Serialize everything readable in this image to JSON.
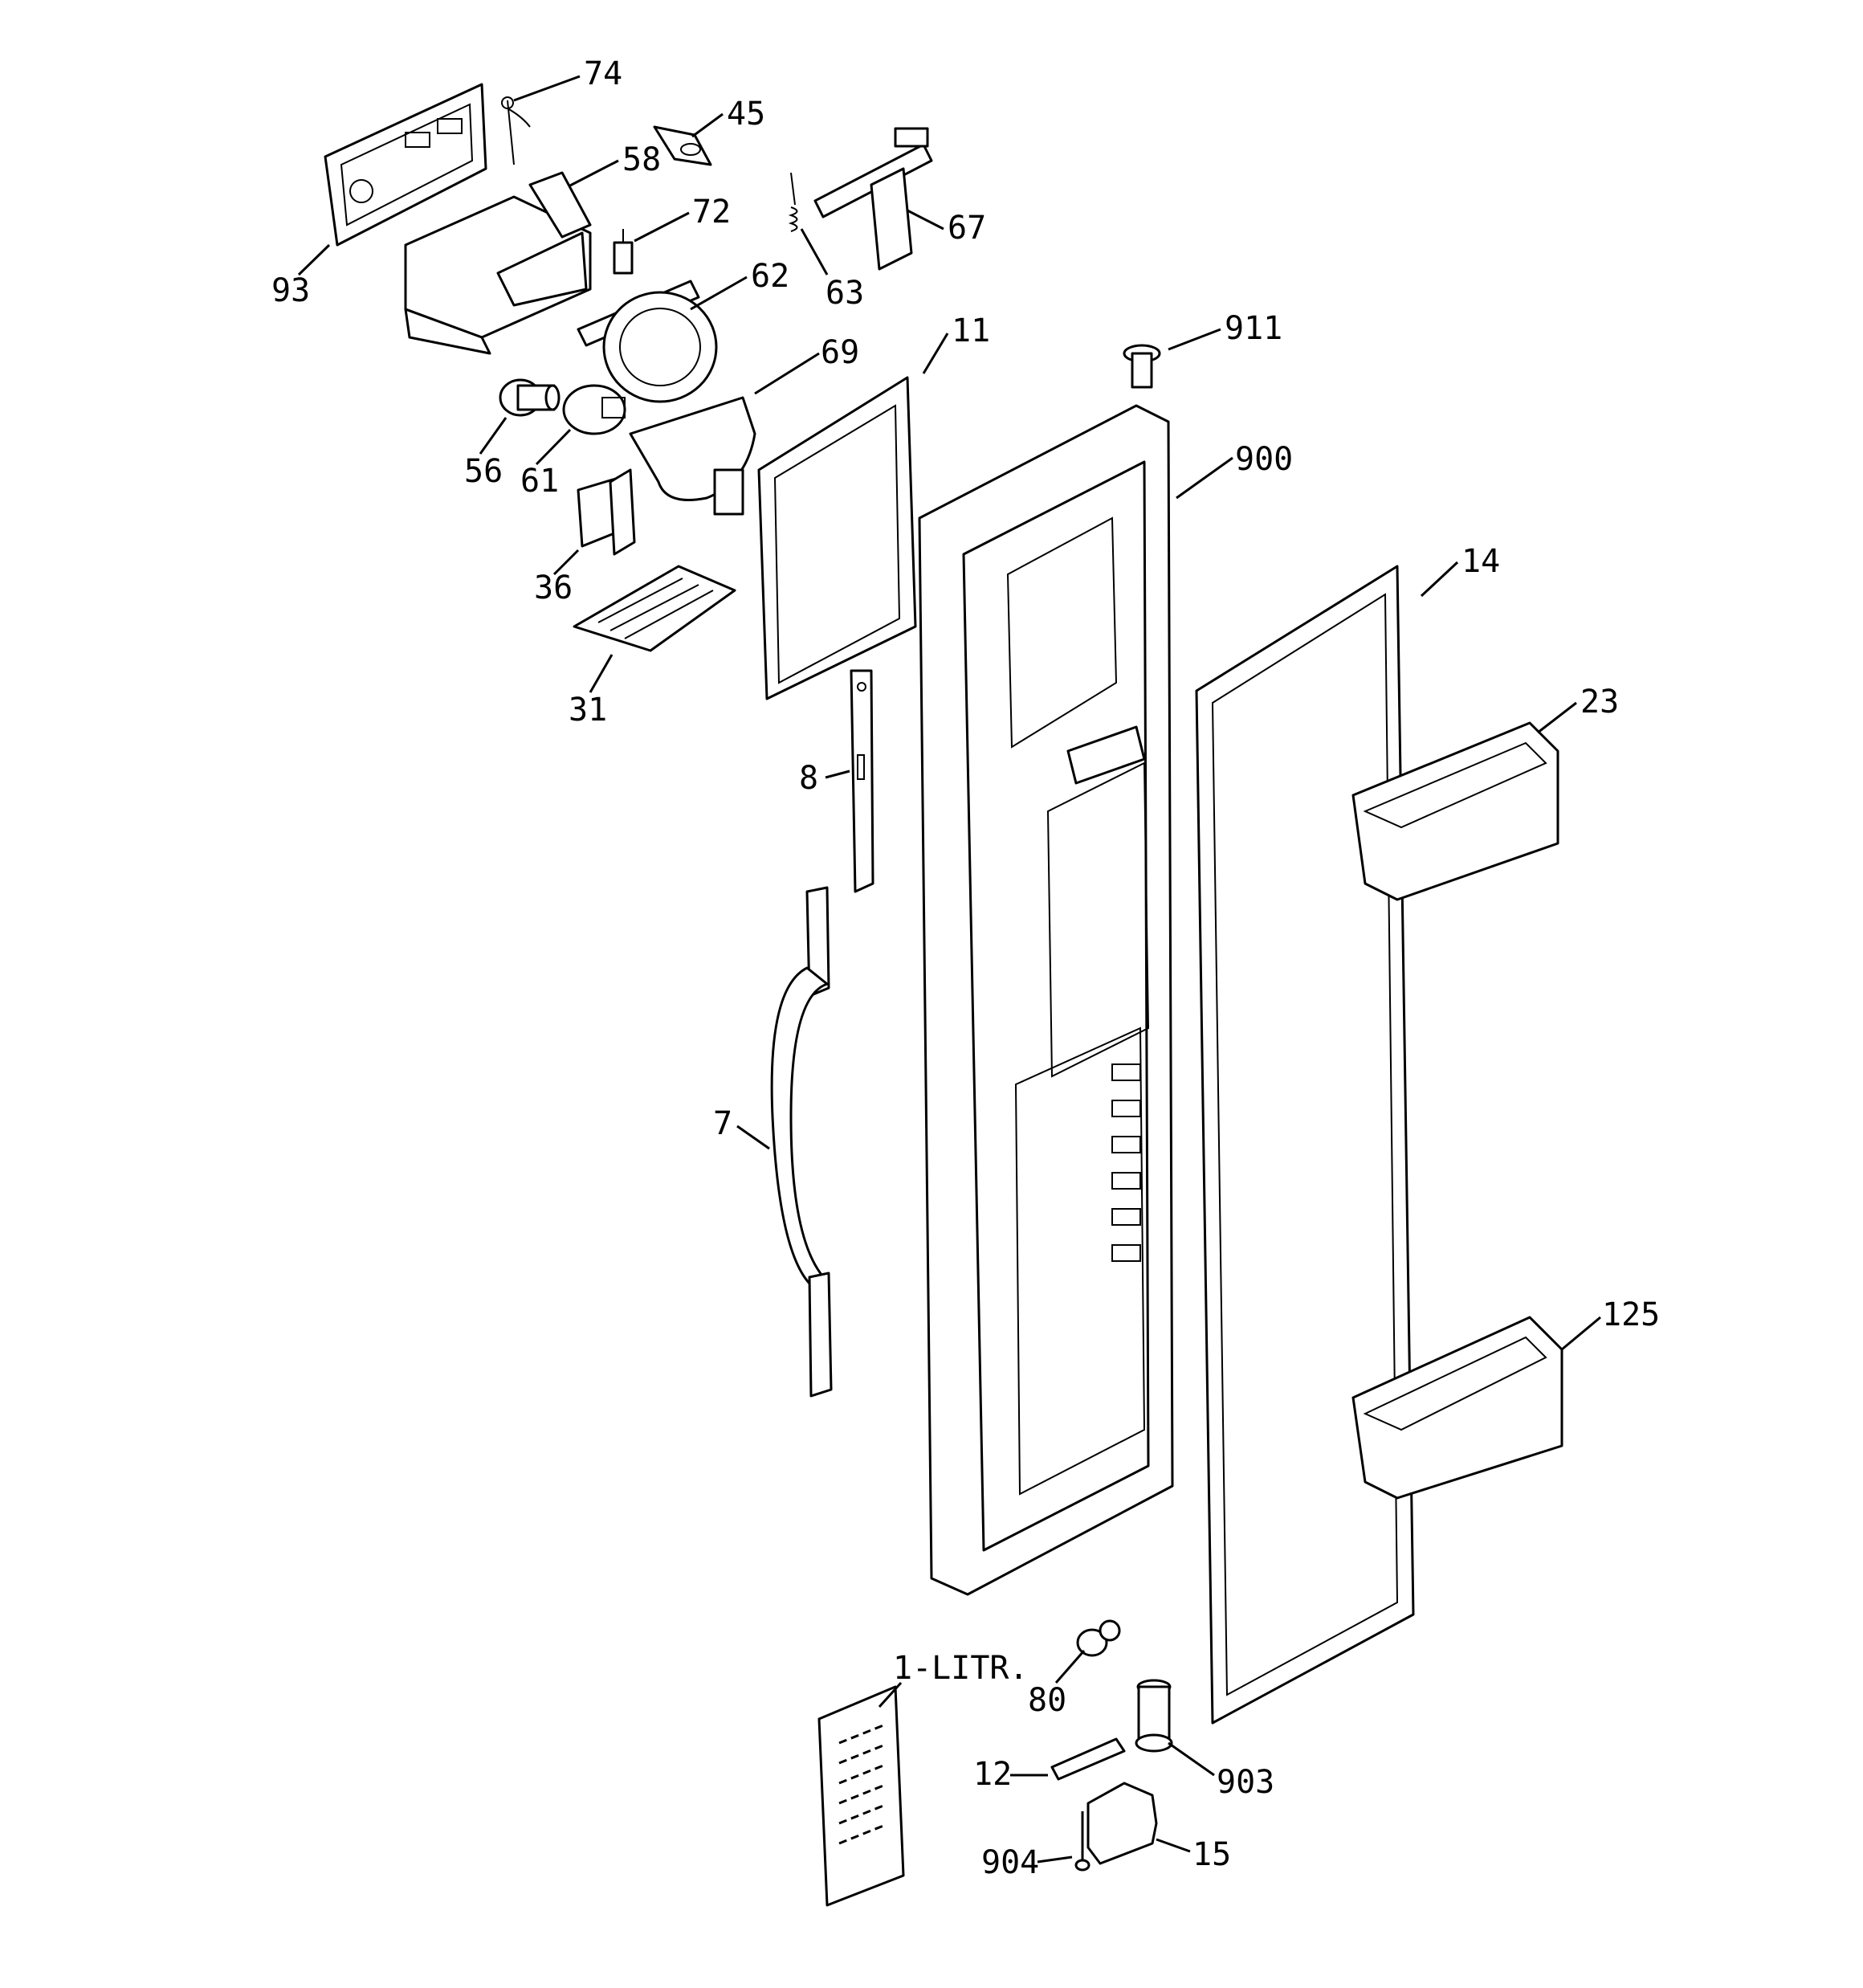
{
  "diagram": {
    "callouts": {
      "p74": "74",
      "p45": "45",
      "p58": "58",
      "p72": "72",
      "p93": "93",
      "p62": "62",
      "p67": "67",
      "p63": "63",
      "p911": "911",
      "p69": "69",
      "p11": "11",
      "p56": "56",
      "p61": "61",
      "p900": "900",
      "p36": "36",
      "p14": "14",
      "p31": "31",
      "p23": "23",
      "p8": "8",
      "p7": "7",
      "p125": "125",
      "p80": "80",
      "p1litr": "1-LITR.",
      "p12": "12",
      "p903": "903",
      "p904": "904",
      "p15": "15"
    }
  }
}
